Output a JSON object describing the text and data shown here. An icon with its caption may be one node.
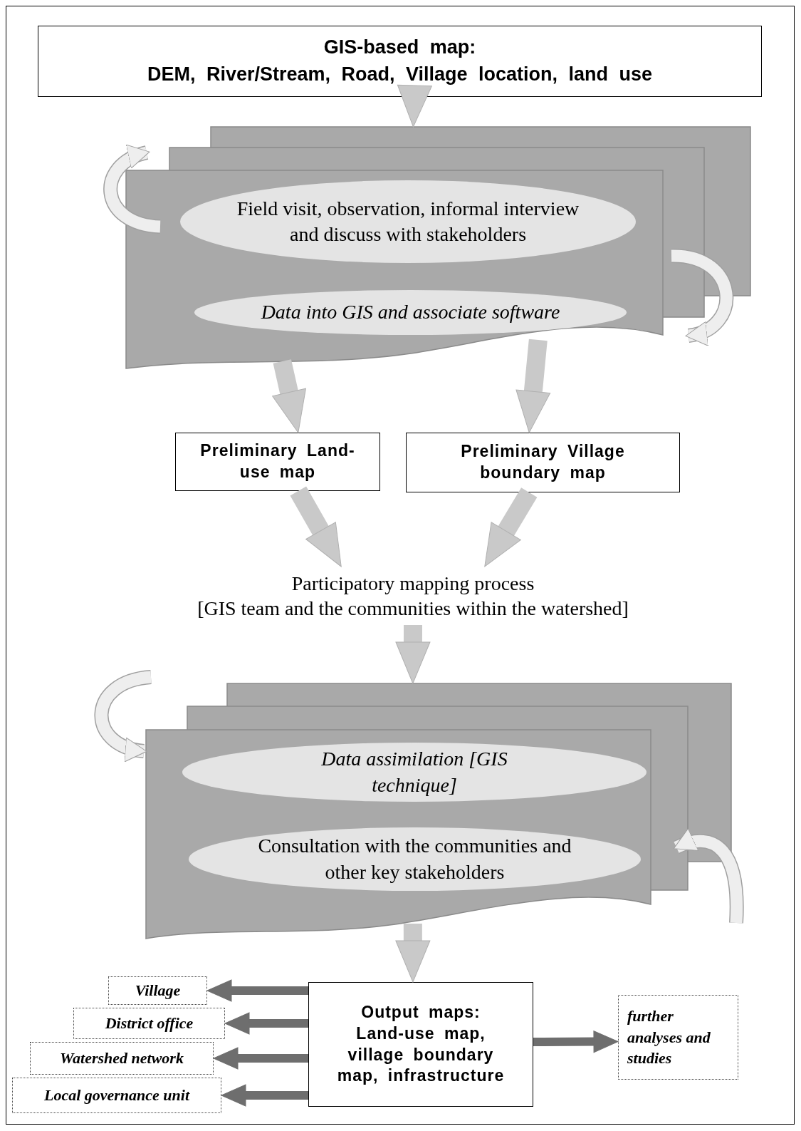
{
  "diagram": {
    "nodes": [
      {
        "text": [
          "GIS-based map:",
          "DEM, River/Stream, Road, Village location, land use"
        ]
      },
      {
        "text": [],
        "shape": "box"
      },
      {
        "text": [
          "Field visit, observation, informal interview and discuss with stakeholders"
        ],
        "in": 1
      },
      {
        "text": [
          "Data into GIS and associate software"
        ],
        "in": 1
      },
      {
        "text": [
          "Preliminary Land-use map"
        ]
      },
      {
        "text": [
          "Preliminary Village boundary map"
        ]
      },
      {
        "text": [
          "Participatory mapping process",
          "[GIS team and the communities within the watershed]"
        ]
      },
      {
        "text": [],
        "shape": "box"
      },
      {
        "text": [
          "Data assimilation [GIS technique]"
        ],
        "in": 7
      },
      {
        "text": [
          "Consultation with the communities and other key stakeholders"
        ],
        "in": 7
      },
      {
        "text": [
          "Output maps:",
          "Land-use map, village boundary map, infrastructure"
        ]
      },
      {
        "text": [
          "Village"
        ]
      },
      {
        "text": [
          "District office"
        ]
      },
      {
        "text": [
          "Watershed network"
        ]
      },
      {
        "text": [
          "Local governance unit"
        ]
      },
      {
        "text": [
          "further analyses and studies"
        ]
      }
    ],
    "edges": [
      {
        "from": 0,
        "to": 1,
        "arrow": "to"
      },
      {
        "from": 1,
        "to": 4,
        "arrow": "to"
      },
      {
        "from": 1,
        "to": 5,
        "arrow": "to"
      },
      {
        "from": 4,
        "to": 6,
        "arrow": "to"
      },
      {
        "from": 5,
        "to": 6,
        "arrow": "to"
      },
      {
        "from": 6,
        "to": 7,
        "arrow": "to"
      },
      {
        "from": 7,
        "to": 10,
        "arrow": "to"
      },
      {
        "from": 10,
        "to": 11,
        "arrow": "to",
        "color": "#6e6e6e"
      },
      {
        "from": 10,
        "to": 12,
        "arrow": "to",
        "color": "#6e6e6e"
      },
      {
        "from": 10,
        "to": 13,
        "arrow": "to",
        "color": "#6e6e6e"
      },
      {
        "from": 10,
        "to": 14,
        "arrow": "to",
        "color": "#6e6e6e"
      },
      {
        "from": 10,
        "to": 15,
        "arrow": "to",
        "color": "#6e6e6e"
      }
    ]
  }
}
